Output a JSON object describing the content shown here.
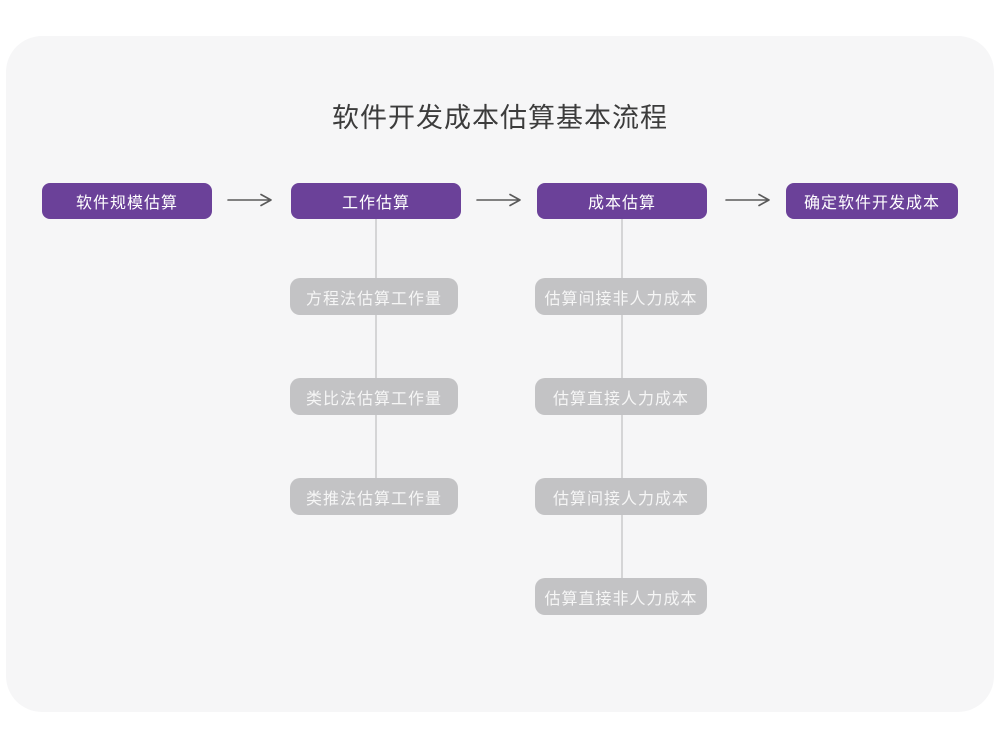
{
  "title": "软件开发成本估算基本流程",
  "colors": {
    "stage_fill": "#6b4199",
    "substep_fill": "#c3c3c5",
    "card_background": "#f6f6f7",
    "connector_line": "#d5d5d6",
    "arrow": "#5a5a5a",
    "title_text": "#3c3c3c"
  },
  "flow": {
    "stages": [
      {
        "label": "软件规模估算",
        "substeps": []
      },
      {
        "label": "工作估算",
        "substeps": [
          "方程法估算工作量",
          "类比法估算工作量",
          "类推法估算工作量"
        ]
      },
      {
        "label": "成本估算",
        "substeps": [
          "估算间接非人力成本",
          "估算直接人力成本",
          "估算间接人力成本",
          "估算直接非人力成本"
        ]
      },
      {
        "label": "确定软件开发成本",
        "substeps": []
      }
    ]
  }
}
